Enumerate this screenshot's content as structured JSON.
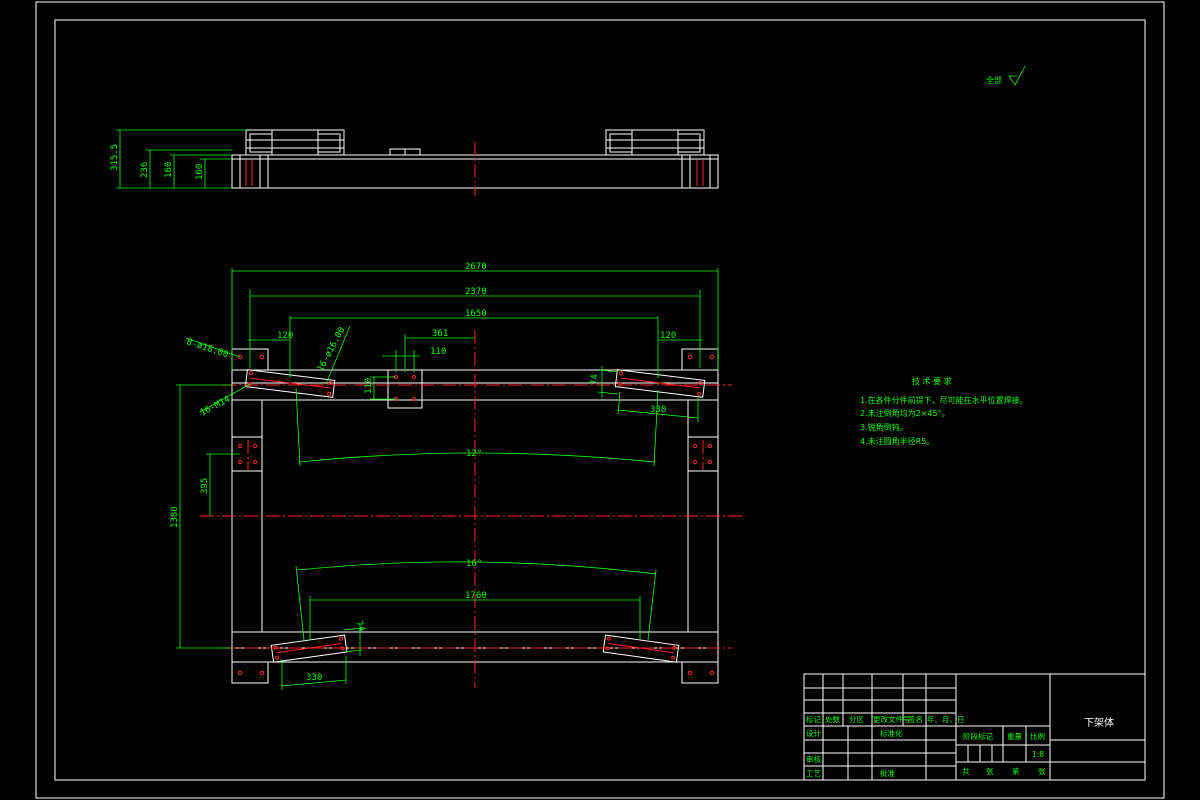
{
  "surface_note": "全部",
  "side_view": {
    "dimensions": [
      "315.5",
      "236",
      "160",
      "160"
    ]
  },
  "plan_view": {
    "dimensions": {
      "overall_length": "2670",
      "inner_length": "2370",
      "upper_span": "1650",
      "lower_span": "1760",
      "offset_361": "361",
      "offset_110_h": "110",
      "offset_110_v": "110",
      "side_120_left": "120",
      "side_120_right": "120",
      "height_1380": "1380",
      "half_395": "395",
      "angle_top": "12°",
      "angle_bottom": "16°",
      "pad_330_top": "330",
      "pad_330_bottom": "330",
      "tab_74_top": "74",
      "tab_74_bottom": "74"
    },
    "callouts": [
      "8-ø18.00",
      "16-ø16.00",
      "16-M14"
    ]
  },
  "technical_requirements": {
    "title": "技 术 要 求",
    "items": [
      "1.在各件分件前提下，尽可能在水平位置焊接。",
      "2.未注倒角均为2×45°。",
      "3.锐角倒钝。",
      "4.未注圆角半径R5。"
    ]
  },
  "title_block": {
    "part_name": "下架体",
    "scale_label": "比例",
    "scale_value": "1:8",
    "weight_label": "重量",
    "stage_label": "阶段标记",
    "row_labels": [
      "标记",
      "处数",
      "分区",
      "更改文件号",
      "签名",
      "年、月、日"
    ],
    "design_label": "设计",
    "standardize_label": "标准化",
    "review_label": "审核",
    "process_label": "工艺",
    "approve_label": "批准",
    "sheets_text": [
      "共",
      "张",
      "第",
      "张"
    ]
  }
}
